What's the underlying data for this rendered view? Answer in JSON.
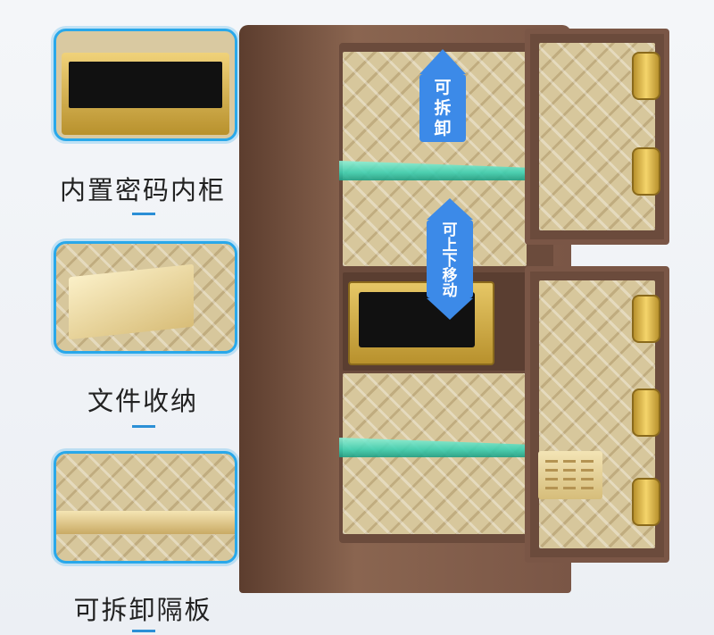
{
  "features": [
    {
      "label": "内置密码内柜",
      "icon": "inner-safe-icon"
    },
    {
      "label": "文件收纳",
      "icon": "file-holder-icon"
    },
    {
      "label": "可拆卸隔板",
      "icon": "shelf-icon"
    }
  ],
  "callouts": {
    "removable": "可拆卸",
    "movable": "可上下移动"
  },
  "colors": {
    "accent": "#29a8ea",
    "arrow": "#3c8ae8",
    "body": "#7a5646",
    "gold": "#d4b04a",
    "shelf": "#3ccfb1"
  }
}
